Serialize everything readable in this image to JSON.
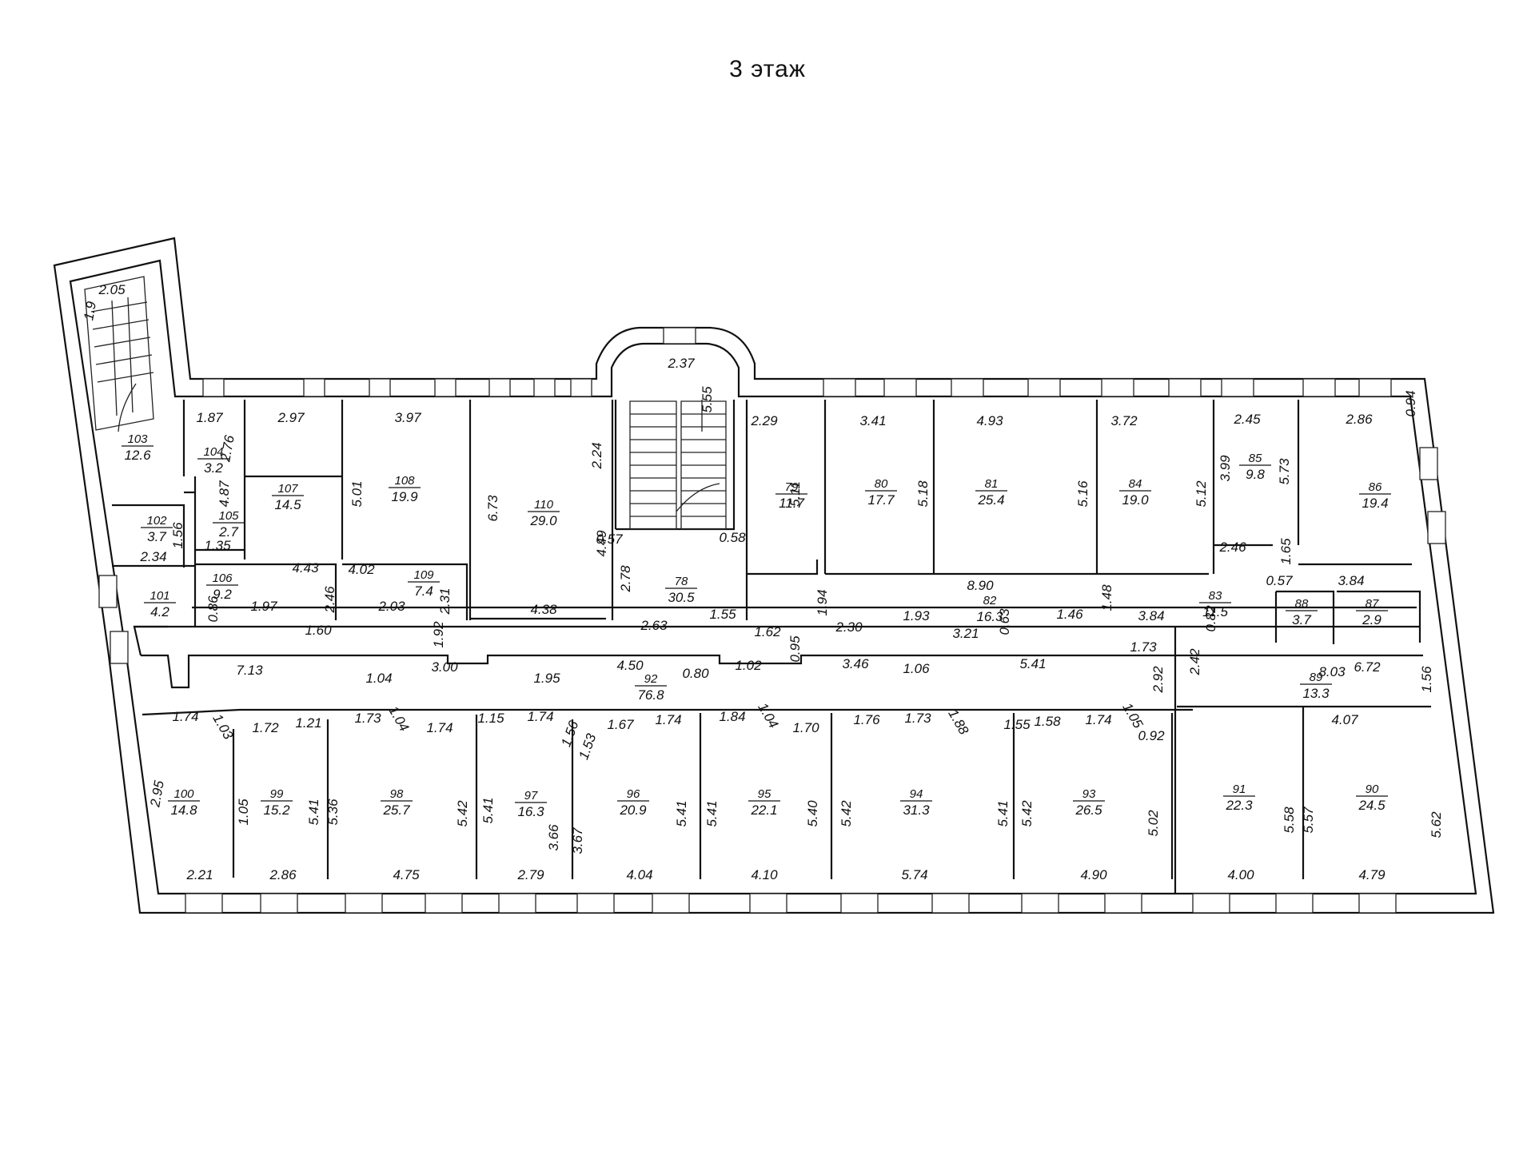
{
  "title": "3 этаж",
  "rooms": [
    {
      "id": "r103",
      "no": "103",
      "area": "12.6"
    },
    {
      "id": "r104",
      "no": "104",
      "area": "3.2"
    },
    {
      "id": "r107",
      "no": "107",
      "area": "14.5"
    },
    {
      "id": "r108",
      "no": "108",
      "area": "19.9"
    },
    {
      "id": "r110",
      "no": "110",
      "area": "29.0"
    },
    {
      "id": "r102",
      "no": "102",
      "area": "3.7"
    },
    {
      "id": "r105",
      "no": "105",
      "area": "2.7"
    },
    {
      "id": "r106",
      "no": "106",
      "area": "9.2"
    },
    {
      "id": "r109",
      "no": "109",
      "area": "7.4"
    },
    {
      "id": "r101",
      "no": "101",
      "area": "4.2"
    },
    {
      "id": "r78",
      "no": "78",
      "area": "30.5"
    },
    {
      "id": "r79",
      "no": "79",
      "area": "11.7"
    },
    {
      "id": "r80",
      "no": "80",
      "area": "17.7"
    },
    {
      "id": "r81",
      "no": "81",
      "area": "25.4"
    },
    {
      "id": "r84",
      "no": "84",
      "area": "19.0"
    },
    {
      "id": "r85",
      "no": "85",
      "area": "9.8"
    },
    {
      "id": "r86",
      "no": "86",
      "area": "19.4"
    },
    {
      "id": "r82",
      "no": "82",
      "area": "16.3"
    },
    {
      "id": "r83",
      "no": "83",
      "area": "11.5"
    },
    {
      "id": "r88",
      "no": "88",
      "area": "3.7"
    },
    {
      "id": "r87",
      "no": "87",
      "area": "2.9"
    },
    {
      "id": "r89",
      "no": "89",
      "area": "13.3"
    },
    {
      "id": "r92",
      "no": "92",
      "area": "76.8"
    },
    {
      "id": "r100",
      "no": "100",
      "area": "14.8"
    },
    {
      "id": "r99",
      "no": "99",
      "area": "15.2"
    },
    {
      "id": "r98",
      "no": "98",
      "area": "25.7"
    },
    {
      "id": "r97",
      "no": "97",
      "area": "16.3"
    },
    {
      "id": "r96",
      "no": "96",
      "area": "20.9"
    },
    {
      "id": "r95",
      "no": "95",
      "area": "22.1"
    },
    {
      "id": "r94",
      "no": "94",
      "area": "31.3"
    },
    {
      "id": "r93",
      "no": "93",
      "area": "26.5"
    },
    {
      "id": "r91",
      "no": "91",
      "area": "22.3"
    },
    {
      "id": "r90",
      "no": "90",
      "area": "24.5"
    }
  ],
  "dimensions": [
    "2.05",
    "1.9",
    "1.87",
    "2.76",
    "2.97",
    "3.97",
    "2.24",
    "2.37",
    "5.55",
    "2.29",
    "3.41",
    "4.93",
    "3.72",
    "2.45",
    "2.86",
    "0.94",
    "4.87",
    "5.01",
    "6.73",
    "4.49",
    "5.11",
    "5.18",
    "5.16",
    "5.12",
    "3.99",
    "5.73",
    "1.56",
    "2.34",
    "1.35",
    "0.57",
    "0.58",
    "1.65",
    "4.43",
    "4.02",
    "2.46",
    "2.31",
    "2.78",
    "2.46",
    "0.57",
    "3.84",
    "8.90",
    "1.94",
    "1.48",
    "0.86",
    "1.97",
    "2.03",
    "4.38",
    "1.55",
    "2.30",
    "1.93",
    "3.84",
    "0.82",
    "1.60",
    "1.92",
    "2.63",
    "1.62",
    "0.95",
    "3.21",
    "0.63",
    "1.46",
    "1.73",
    "7.13",
    "1.04",
    "3.00",
    "1.95",
    "4.50",
    "0.80",
    "1.02",
    "3.46",
    "1.06",
    "5.41",
    "2.92",
    "2.42",
    "6.72",
    "8.03",
    "1.56",
    "1.74",
    "1.03",
    "1.72",
    "1.21",
    "1.73",
    "1.04",
    "1.74",
    "1.15",
    "1.74",
    "1.56",
    "1.53",
    "1.67",
    "1.74",
    "1.84",
    "1.04",
    "1.70",
    "1.76",
    "1.73",
    "1.88",
    "1.55",
    "1.58",
    "1.74",
    "1.05",
    "0.92",
    "4.07",
    "2.95",
    "1.05",
    "5.41",
    "5.36",
    "5.42",
    "5.41",
    "3.66",
    "3.67",
    "5.41",
    "5.41",
    "5.40",
    "5.42",
    "5.41",
    "5.42",
    "5.02",
    "5.58",
    "5.57",
    "5.62",
    "2.21",
    "2.86",
    "4.75",
    "2.79",
    "4.04",
    "4.10",
    "5.74",
    "4.90",
    "4.00",
    "4.79"
  ]
}
